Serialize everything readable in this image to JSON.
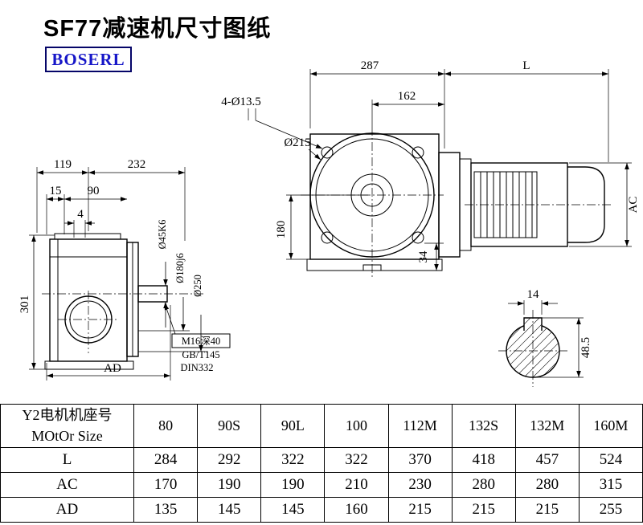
{
  "page": {
    "title": "SF77减速机尺寸图纸",
    "brand": "BOSERL"
  },
  "drawing": {
    "side_view": {
      "dim_119": "119",
      "dim_232": "232",
      "dim_15": "15",
      "dim_90": "90",
      "dim_4": "4",
      "dim_301": "301",
      "dim_AD": "AD",
      "label_shaft_dia": "Ø45K6",
      "label_spigot_dia": "Ø180j6",
      "label_flange_dia": "Ø250",
      "note_tap": "M16深40",
      "note_std": "GB/T145",
      "note_din": "DIN332"
    },
    "front_view": {
      "dim_287": "287",
      "dim_L": "L",
      "dim_holes": "4-Ø13.5",
      "dim_162": "162",
      "dim_215": "Ø215",
      "dim_180": "180",
      "dim_34": "34",
      "dim_AC": "AC"
    },
    "shaft_section": {
      "dim_14": "14",
      "dim_485": "48.5"
    }
  },
  "table": {
    "header": {
      "line1": "Y2电机机座号",
      "line2": "MOtOr Size"
    },
    "columns": [
      "80",
      "90S",
      "90L",
      "100",
      "112M",
      "132S",
      "132M",
      "160M"
    ],
    "rows": [
      {
        "label": "L",
        "values": [
          "284",
          "292",
          "322",
          "322",
          "370",
          "418",
          "457",
          "524"
        ]
      },
      {
        "label": "AC",
        "values": [
          "170",
          "190",
          "190",
          "210",
          "230",
          "280",
          "280",
          "315"
        ]
      },
      {
        "label": "AD",
        "values": [
          "135",
          "145",
          "145",
          "160",
          "215",
          "215",
          "215",
          "255"
        ]
      }
    ]
  }
}
